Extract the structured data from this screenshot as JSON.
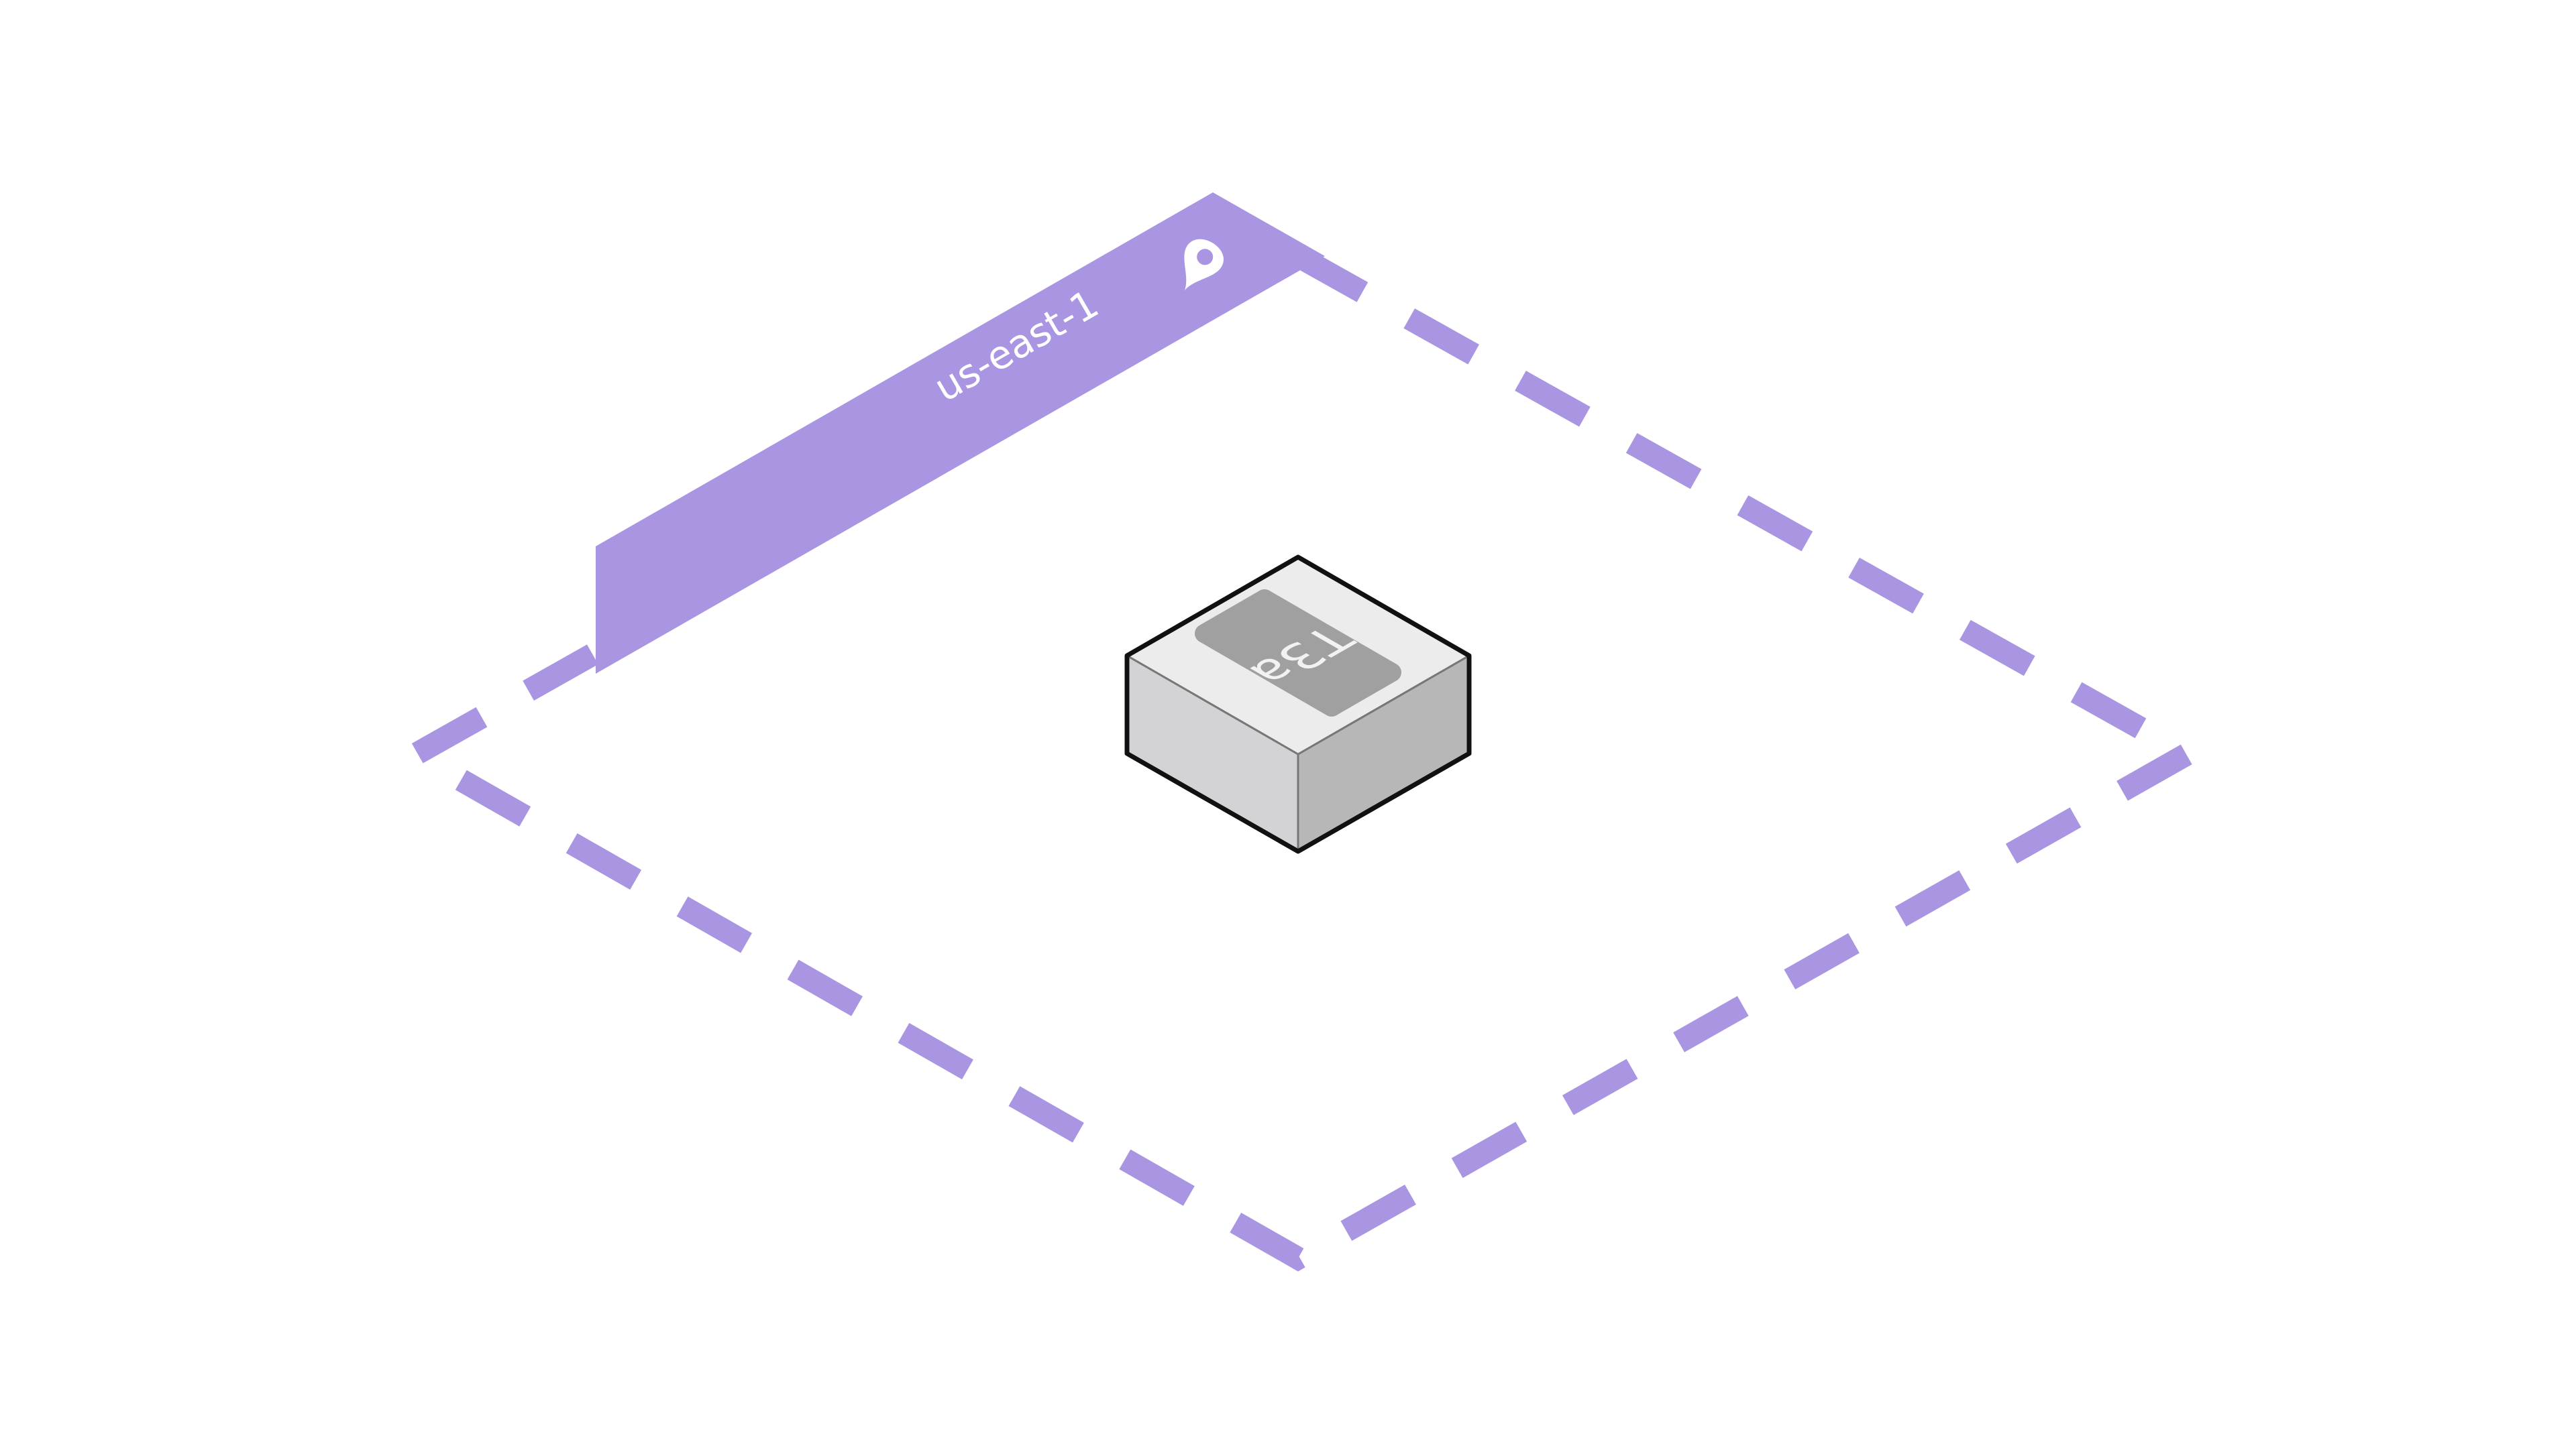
{
  "region": {
    "label": "us-east-1",
    "icon": "location-pin-icon",
    "color": "#a995e1",
    "border_style": "dashed"
  },
  "instance": {
    "label": "T3a",
    "top_color": "#ececec",
    "left_color": "#d3d3d5",
    "right_color": "#b7b7b8",
    "badge_color": "#a0a0a0"
  }
}
